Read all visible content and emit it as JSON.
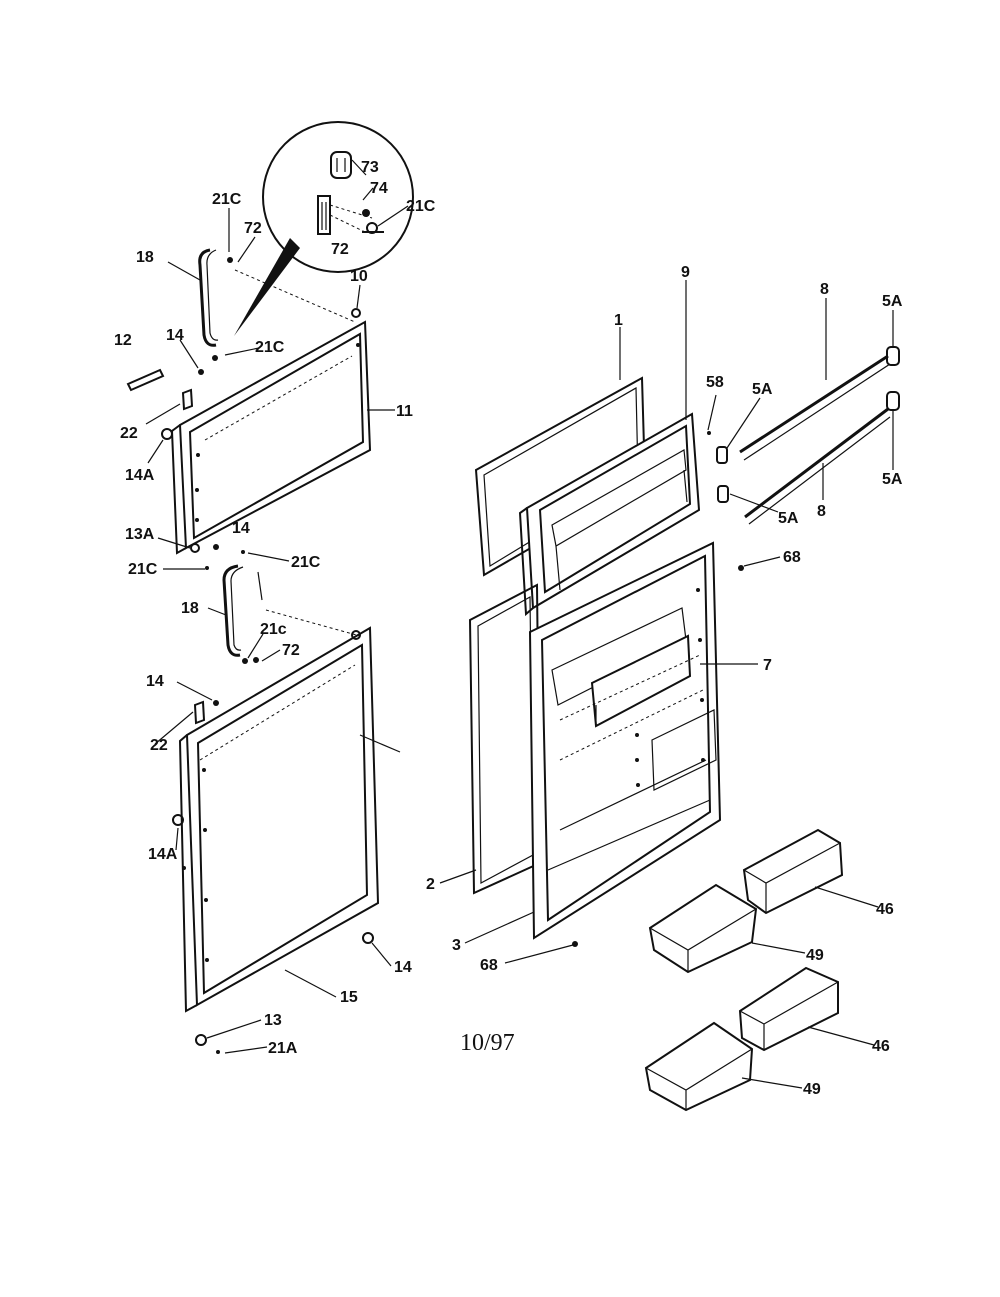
{
  "diagram": {
    "date_code": "10/97",
    "part_labels": {
      "p1": "1",
      "p2": "2",
      "p3": "3",
      "p5a_1": "5A",
      "p5a_2": "5A",
      "p5a_3": "5A",
      "p5a_4": "5A",
      "p7": "7",
      "p8_1": "8",
      "p8_2": "8",
      "p9": "9",
      "p10": "10",
      "p11": "11",
      "p12": "12",
      "p13": "13",
      "p13a": "13A",
      "p14_1": "14",
      "p14_2": "14",
      "p14_3": "14",
      "p14_4": "14",
      "p14a_1": "14A",
      "p14a_2": "14A",
      "p15": "15",
      "p18_1": "18",
      "p18_2": "18",
      "p21a": "21A",
      "p21c_1": "21C",
      "p21c_2": "21C",
      "p21c_3": "21C",
      "p21c_4": "21C",
      "p21c_5": "21C",
      "p21c_6": "21c",
      "p22_1": "22",
      "p22_2": "22",
      "p46_1": "46",
      "p46_2": "46",
      "p49_1": "49",
      "p49_2": "49",
      "p58": "58",
      "p68_1": "68",
      "p68_2": "68",
      "p72_1": "72",
      "p72_2": "72",
      "p72_3": "72",
      "p73": "73",
      "p74": "74"
    }
  }
}
